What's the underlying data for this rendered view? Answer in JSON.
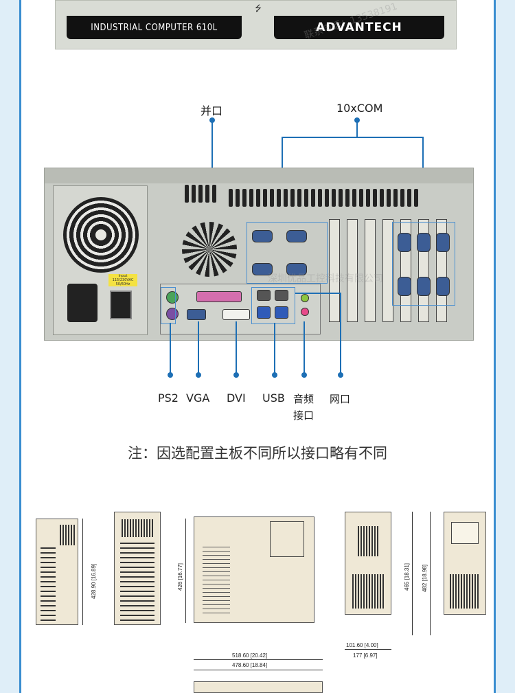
{
  "top": {
    "left_badge": "INDUSTRIAL COMPUTER 610L",
    "right_badge": "ADVANTECH",
    "usb_symbol": "⭍"
  },
  "labels": {
    "parallel": "并口",
    "com": "10xCOM",
    "ps2": "PS2",
    "vga": "VGA",
    "dvi": "DVI",
    "usb": "USB",
    "audio_line1": "音频",
    "audio_line2": "接口",
    "lan": "网口"
  },
  "note": "注：因选配置主板不同所以接口略有不同",
  "watermark": {
    "tel": "联系电话：13538191",
    "company": "深圳优品工控科技有限公司"
  },
  "psu_label": "Input 115/230VAC 50/60Hz",
  "dimensions": {
    "d1": "428.90 [16.89]",
    "d2": "426 [16.77]",
    "d3": "465 [18.31]",
    "d4": "482 [18.98]",
    "d5": "101.60 [4.00]",
    "d6": "177 [6.97]",
    "d7": "518.60 [20.42]",
    "d8": "478.60 [18.84]"
  },
  "colors": {
    "accent": "#1d6fb5",
    "frame": "#3a8ed0"
  }
}
